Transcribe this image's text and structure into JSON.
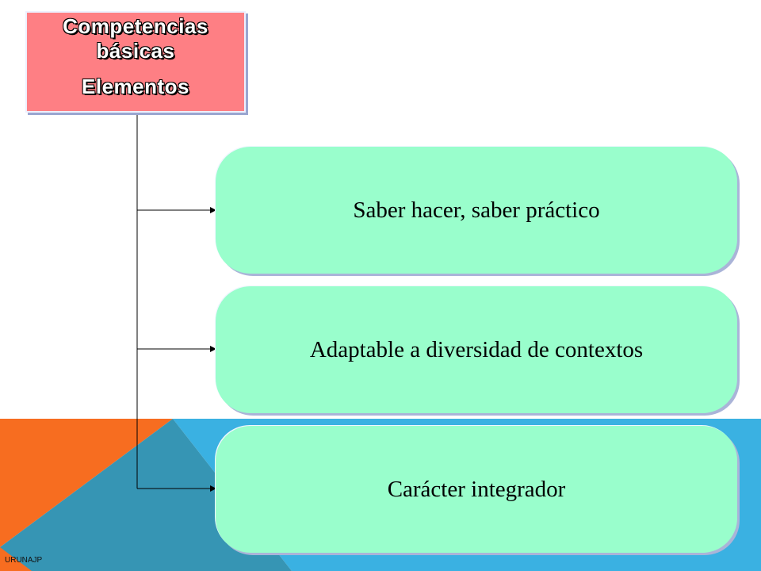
{
  "title_box": {
    "line1": "Competencias",
    "line2": "básicas",
    "line3": "Elementos"
  },
  "cards": [
    {
      "label": "Saber hacer, saber práctico"
    },
    {
      "label": "Adaptable a diversidad de contextos"
    },
    {
      "label": "Carácter integrador"
    }
  ],
  "footer": {
    "text": "URUNAJP"
  },
  "colors": {
    "title_bg": "#fe7f84",
    "card_bg": "#99fecc",
    "accent_orange": "#f76d20",
    "accent_blue": "#3ab1e2",
    "accent_teal": "#3695b4"
  }
}
